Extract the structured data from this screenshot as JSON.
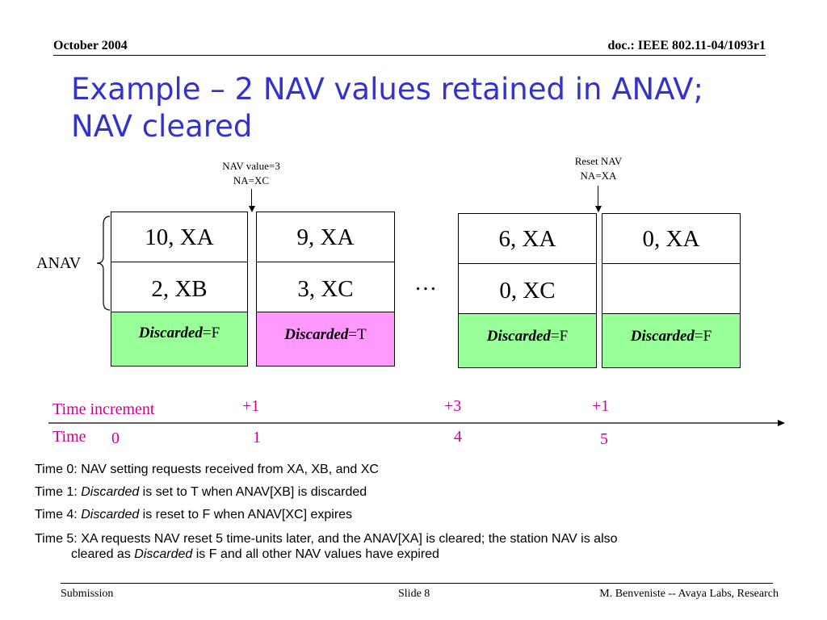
{
  "header": {
    "date": "October 2004",
    "doc_id": "doc.: IEEE 802.11-04/1093r1"
  },
  "title_line1": "Example – 2 NAV values retained in ANAV;",
  "title_line2": "NAV cleared",
  "annotations": {
    "left_line1": "NAV value=3",
    "left_line2": "NA=XC",
    "right_line1": "Reset NAV",
    "right_line2": "NA=XA"
  },
  "anav_label": "ANAV",
  "ellipsis": "…",
  "discarded_word": "Discarded",
  "snapshots": [
    {
      "top": "10, XA",
      "mid": "2, XB",
      "disc_value": "=F",
      "state": "false"
    },
    {
      "top": "9, XA",
      "mid": "3, XC",
      "disc_value": "=T",
      "state": "true"
    },
    {
      "top": "6, XA",
      "mid": "0, XC",
      "disc_value": "=F",
      "state": "false"
    },
    {
      "top": "0, XA",
      "mid": "",
      "disc_value": "=F",
      "state": "false"
    }
  ],
  "colors": {
    "title": "#3333cc",
    "discarded_false": "#99ff99",
    "discarded_true": "#ff99ff",
    "timeline_text": "#cc0099"
  },
  "timeline": {
    "increment_label": "Time increment",
    "time_label": "Time",
    "increments": [
      "+1",
      "+3",
      "+1"
    ],
    "times": [
      "0",
      "1",
      "4",
      "5"
    ]
  },
  "notes": {
    "n0": "Time 0: NAV setting requests received from XA, XB, and XC",
    "n1_prefix": "Time 1: ",
    "n1_suffix": " is set to T when ANAV[XB] is discarded",
    "n4_prefix": "Time 4: ",
    "n4_suffix": " is reset to F when ANAV[XC] expires",
    "n5_line1": "Time 5: XA requests NAV reset  5 time-units later, and the ANAV[XA] is cleared; the station NAV is also",
    "n5_line2_prefix": "cleared as ",
    "n5_line2_suffix": " is F and all other NAV values have expired"
  },
  "footer": {
    "left": "Submission",
    "center": "Slide 8",
    "right": "M. Benveniste -- Avaya Labs, Research"
  }
}
